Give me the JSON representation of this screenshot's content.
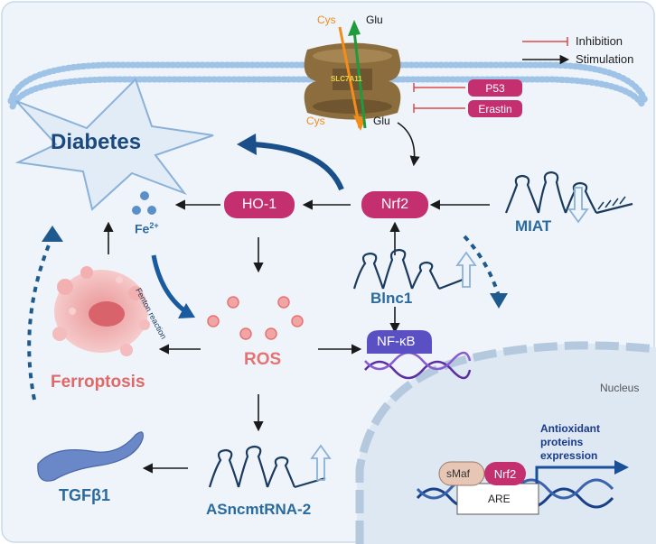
{
  "legend": {
    "inhibition": "Inhibition",
    "stimulation": "Stimulation"
  },
  "transporter": {
    "name": "SLC7A11",
    "cys_top": "Cys",
    "glu_top": "Glu",
    "cys_bottom": "Cys",
    "glu_bottom": "Glu"
  },
  "inhibitors": {
    "p53": "P53",
    "erastin": "Erastin"
  },
  "nodes": {
    "diabetes": "Diabetes",
    "ho1": "HO-1",
    "nrf2": "Nrf2",
    "miat": "MIAT",
    "fe": "Fe",
    "fe_charge": "2+",
    "fenton": "Fenton reaction",
    "ros": "ROS",
    "ferroptosis": "Ferroptosis",
    "blnc1": "Blnc1",
    "nfkb": "NF-κB",
    "tgfb1": "TGFβ1",
    "asncmtrna2": "ASncmtRNA-2"
  },
  "nucleus": {
    "label": "Nucleus",
    "smaf": "sMaf",
    "nrf2": "Nrf2",
    "are": "ARE",
    "expression": [
      "Antioxidant",
      "proteins",
      "expression"
    ]
  },
  "colors": {
    "magenta": "#c4306f",
    "dark_blue": "#2a6a9e",
    "navy": "#1a4480",
    "ferroptosis_red": "#e06868",
    "ros_red": "#e57373",
    "inhibit_red": "#d94b4b",
    "nfkb_purple": "#5b4fc4",
    "background": "#eef4fa",
    "nucleus_fill": "#dde8f3",
    "cys_orange": "#f28c1a",
    "glu_green": "#1f9a3d",
    "transporter_brown": "#8c6d3d"
  }
}
